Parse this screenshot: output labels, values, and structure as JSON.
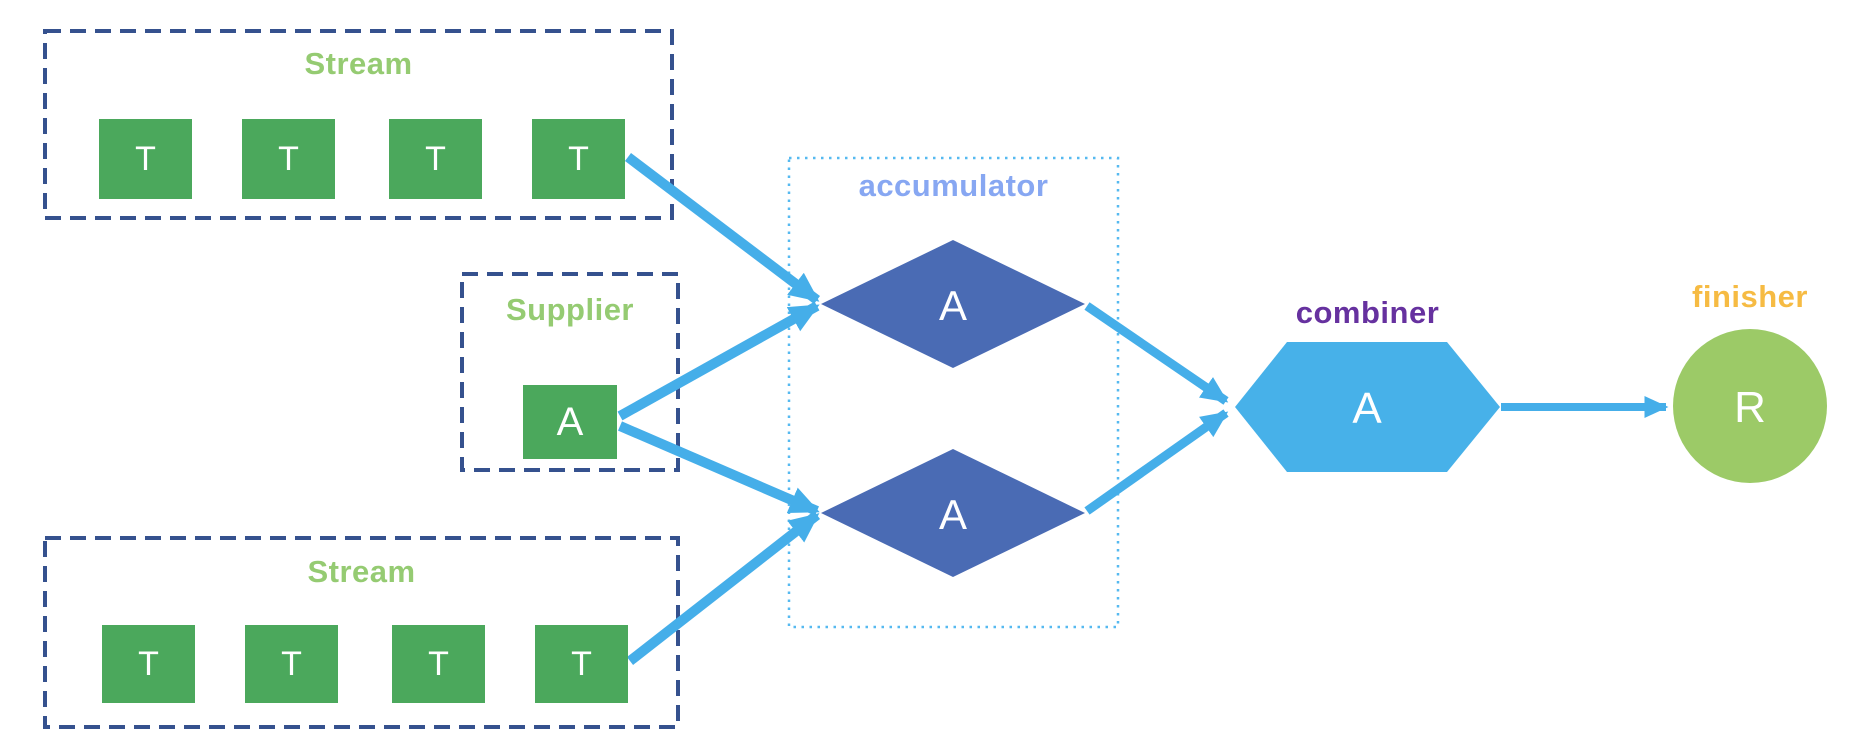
{
  "stream_top": {
    "title": "Stream",
    "items": [
      "T",
      "T",
      "T",
      "T"
    ]
  },
  "supplier": {
    "title": "Supplier",
    "label": "A"
  },
  "accumulator": {
    "title": "accumulator",
    "nodes": [
      "A",
      "A"
    ]
  },
  "combiner": {
    "title": "combiner",
    "label": "A"
  },
  "finisher": {
    "title": "finisher",
    "label": "R"
  },
  "stream_bottom": {
    "title": "Stream",
    "items": [
      "T",
      "T",
      "T",
      "T"
    ]
  },
  "colors": {
    "green_box": "#4BA85C",
    "green_label": "#95CB72",
    "navy_dash": "#35518E",
    "dotted_blue": "#56B9F0",
    "accumulator_label": "#87A7F2",
    "diamond": "#4A6BB4",
    "arrow": "#45AEE9",
    "hexagon": "#47B1E9",
    "combiner_label": "#66319F",
    "finisher_label": "#F6BB43",
    "circle": "#9CCA67",
    "shape_letter": "#FFFFFF"
  }
}
